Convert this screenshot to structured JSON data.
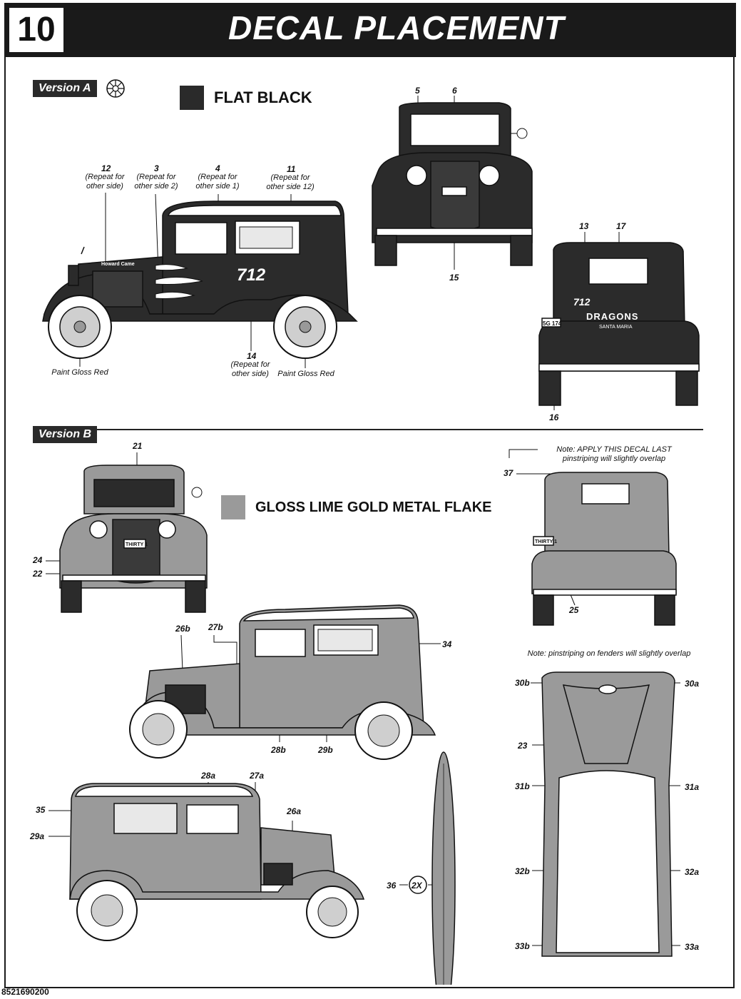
{
  "header": {
    "step_number": "10",
    "title": "DECAL PLACEMENT"
  },
  "version_a": {
    "tag": "Version A",
    "color_name": "FLAT BLACK",
    "color_hex": "#2a2a2a",
    "callouts": {
      "c12": "12",
      "c12_note": "(Repeat for",
      "c12_note2": "other side)",
      "c3": "3",
      "c3_note": "(Repeat for",
      "c3_note2": "other side 2)",
      "c4": "4",
      "c4_note": "(Repeat for",
      "c4_note2": "other side 1)",
      "c11": "11",
      "c11_note": "(Repeat for",
      "c11_note2": "other side 12)",
      "c14": "14",
      "c14_note": "(Repeat for",
      "c14_note2": "other side)",
      "c5": "5",
      "c6": "6",
      "c15": "15",
      "c13": "13",
      "c17": "17",
      "c16": "16"
    },
    "paint_note_left": "Paint Gloss Red",
    "paint_note_right": "Paint Gloss Red",
    "car_number": "712",
    "door_script": "Howard Came",
    "club_name": "DRAGONS",
    "club_city": "SANTA MARIA",
    "plate": "5G 174"
  },
  "version_b": {
    "tag": "Version B",
    "color_name": "GLOSS LIME GOLD METAL FLAKE",
    "color_hex": "#9a9a9a",
    "note_last": "Note: APPLY THIS DECAL LAST",
    "note_last2": "pinstriping will slightly overlap",
    "note_fenders": "Note: pinstriping on fenders will slightly overlap",
    "plate": "THIRTY 1",
    "multiplier": "2X",
    "callouts": {
      "c21": "21",
      "c24": "24",
      "c22": "22",
      "c37": "37",
      "c25": "25",
      "c26b": "26b",
      "c27b": "27b",
      "c34": "34",
      "c28b": "28b",
      "c29b": "29b",
      "c28a": "28a",
      "c27a": "27a",
      "c35": "35",
      "c26a": "26a",
      "c29a": "29a",
      "c36": "36",
      "c30b": "30b",
      "c30a": "30a",
      "c23": "23",
      "c31b": "31b",
      "c31a": "31a",
      "c32b": "32b",
      "c32a": "32a",
      "c33b": "33b",
      "c33a": "33a"
    }
  },
  "footer": {
    "part_number": "8521690200"
  }
}
